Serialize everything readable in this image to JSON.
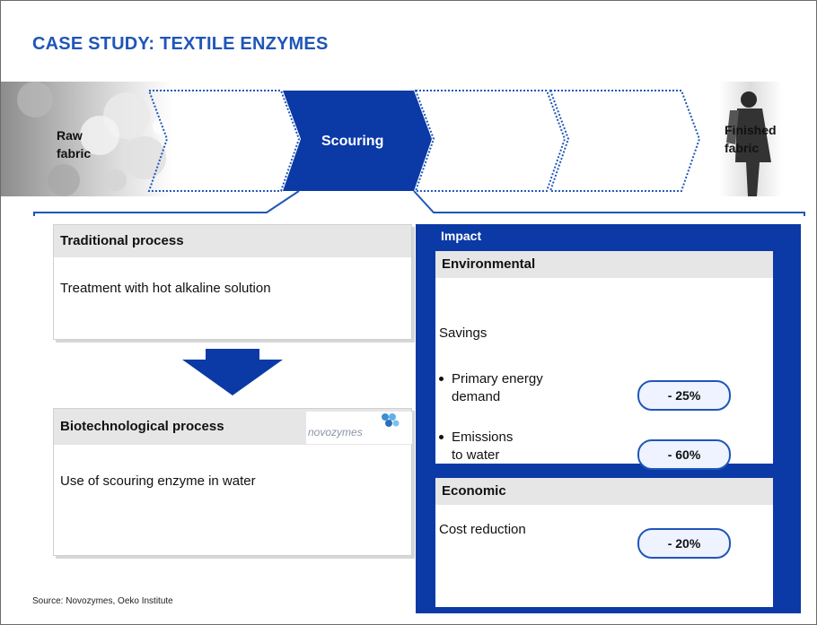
{
  "title": "CASE STUDY: TEXTILE ENZYMES",
  "flow": {
    "start_label": "Raw fabric",
    "start_label_lines": [
      "Raw",
      "fabric"
    ],
    "active_step": "Scouring",
    "end_label": "Finished fabric",
    "end_label_lines": [
      "Finished",
      "fabric"
    ]
  },
  "traditional": {
    "heading": "Traditional process",
    "text": "Treatment with hot alkaline solution"
  },
  "biotech": {
    "heading": "Biotechnological process",
    "text": "Use of scouring enzyme in water",
    "logo_text": "novozymes"
  },
  "impact": {
    "title": "Impact",
    "environmental": {
      "heading": "Environmental",
      "subheading": "Savings",
      "items": [
        {
          "label_lines": [
            "Primary energy",
            "demand"
          ],
          "value": "- 25%"
        },
        {
          "label_lines": [
            "Emissions",
            "to water"
          ],
          "value": "- 60%"
        }
      ]
    },
    "economic": {
      "heading": "Economic",
      "text": "Cost reduction",
      "value": "- 20%"
    }
  },
  "source": "Source: Novozymes, Oeko Institute",
  "colors": {
    "accent": "#1f56b8",
    "impact_bg": "#0b3aa6",
    "header_grey": "#e6e6e6"
  }
}
